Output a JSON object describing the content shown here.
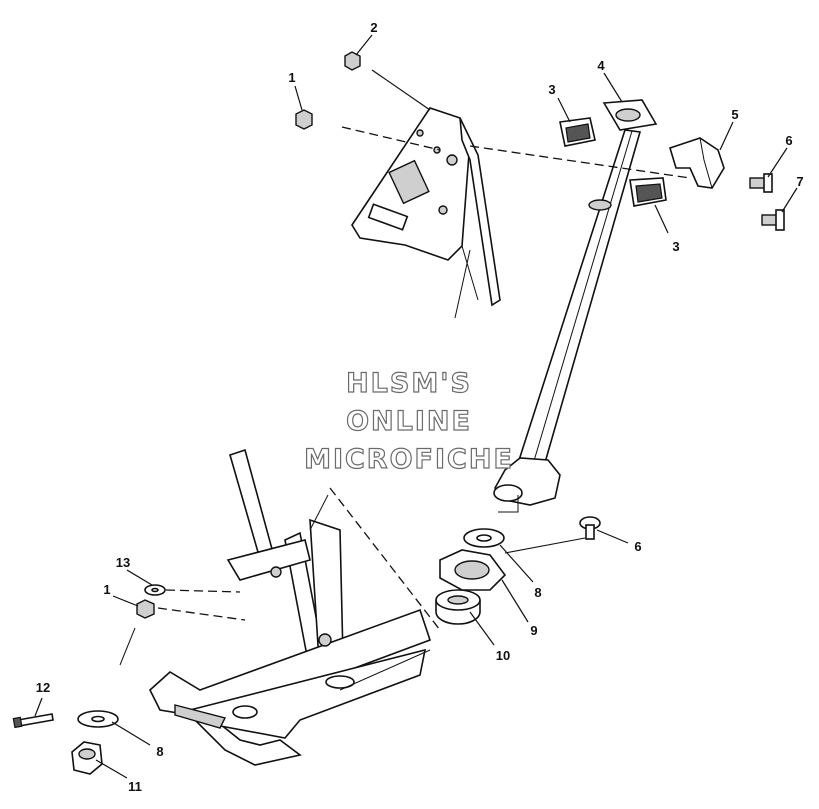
{
  "watermark": {
    "line1": "HLSM'S",
    "line2": "ONLINE",
    "line3": "MICROFICHE"
  },
  "callouts": [
    {
      "id": "c1a",
      "label": "1"
    },
    {
      "id": "c2",
      "label": "2"
    },
    {
      "id": "c3a",
      "label": "3"
    },
    {
      "id": "c4",
      "label": "4"
    },
    {
      "id": "c5",
      "label": "5"
    },
    {
      "id": "c6a",
      "label": "6"
    },
    {
      "id": "c7",
      "label": "7"
    },
    {
      "id": "c3b",
      "label": "3"
    },
    {
      "id": "c6b",
      "label": "6"
    },
    {
      "id": "c8a",
      "label": "8"
    },
    {
      "id": "c9",
      "label": "9"
    },
    {
      "id": "c10",
      "label": "10"
    },
    {
      "id": "c13",
      "label": "13"
    },
    {
      "id": "c1b",
      "label": "1"
    },
    {
      "id": "c12",
      "label": "12"
    },
    {
      "id": "c8b",
      "label": "8"
    },
    {
      "id": "c11",
      "label": "11"
    }
  ]
}
